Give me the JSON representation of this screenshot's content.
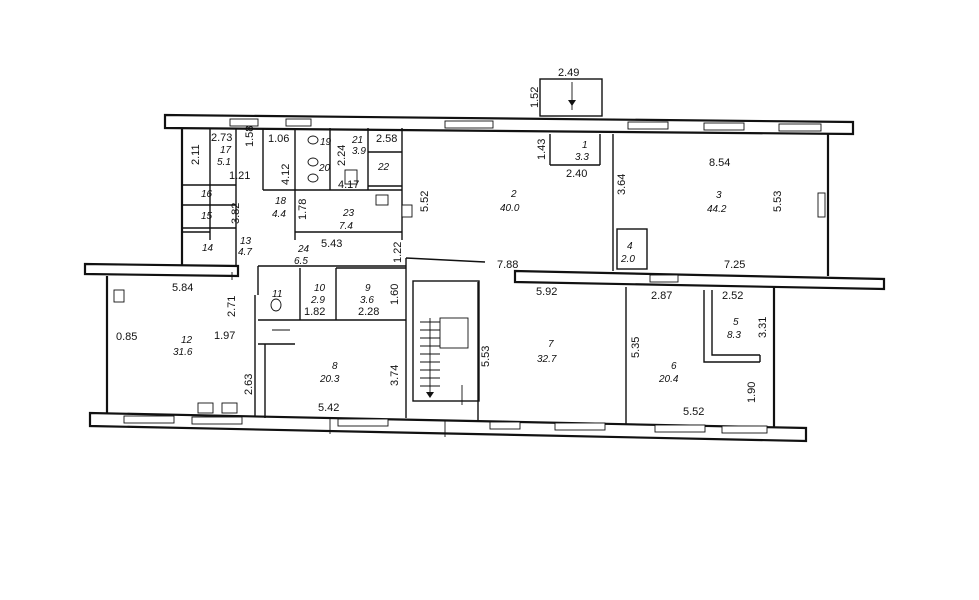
{
  "rooms": [
    {
      "id": "r1",
      "number": "1",
      "area": "3.3"
    },
    {
      "id": "r2",
      "number": "2",
      "area": "40.0"
    },
    {
      "id": "r3",
      "number": "3",
      "area": "44.2"
    },
    {
      "id": "r4",
      "number": "4",
      "area": "2.0"
    },
    {
      "id": "r5",
      "number": "5",
      "area": "8.3"
    },
    {
      "id": "r6",
      "number": "6",
      "area": "20.4"
    },
    {
      "id": "r7",
      "number": "7",
      "area": "32.7"
    },
    {
      "id": "r8",
      "number": "8",
      "area": "20.3"
    },
    {
      "id": "r9",
      "number": "9",
      "area": "3.6"
    },
    {
      "id": "r10",
      "number": "10",
      "area": "2.9"
    },
    {
      "id": "r11",
      "number": "11",
      "area": ""
    },
    {
      "id": "r12",
      "number": "12",
      "area": "31.6"
    },
    {
      "id": "r13",
      "number": "13",
      "area": "4.7"
    },
    {
      "id": "r14",
      "number": "14",
      "area": ""
    },
    {
      "id": "r15",
      "number": "15",
      "area": ""
    },
    {
      "id": "r16",
      "number": "16",
      "area": ""
    },
    {
      "id": "r17",
      "number": "17",
      "area": "5.1"
    },
    {
      "id": "r18",
      "number": "18",
      "area": "4.4"
    },
    {
      "id": "r19",
      "number": "19",
      "area": ""
    },
    {
      "id": "r20",
      "number": "20",
      "area": ""
    },
    {
      "id": "r21",
      "number": "21",
      "area": "3.9"
    },
    {
      "id": "r22",
      "number": "22",
      "area": ""
    },
    {
      "id": "r23",
      "number": "23",
      "area": "7.4"
    },
    {
      "id": "r24",
      "number": "24",
      "area": "6.5"
    }
  ],
  "dimensions": {
    "d_2_49": "2.49",
    "d_1_52": "1.52",
    "d_1_43": "1.43",
    "d_2_40": "2.40",
    "d_3_64": "3.64",
    "d_8_54": "8.54",
    "d_5_53_r3": "5.53",
    "d_7_25": "7.25",
    "d_7_88": "7.88",
    "d_5_52_top": "5.52",
    "d_2_73": "2.73",
    "d_1_06": "1.06",
    "d_2_58": "2.58",
    "d_2_11": "2.11",
    "d_1_58": "1.58",
    "d_1_21": "1.21",
    "d_4_12": "4.12",
    "d_2_24": "2.24",
    "d_4_17": "4.17",
    "d_3_82": "3.82",
    "d_1_78": "1.78",
    "d_5_43": "5.43",
    "d_1_22": "1.22",
    "d_5_84": "5.84",
    "d_2_71": "2.71",
    "d_1_82": "1.82",
    "d_2_28": "2.28",
    "d_1_60": "1.60",
    "d_0_85": "0.85",
    "d_1_97": "1.97",
    "d_2_63": "2.63",
    "d_3_74": "3.74",
    "d_5_42": "5.42",
    "d_5_53_st": "5.53",
    "d_5_92": "5.92",
    "d_2_87": "2.87",
    "d_2_52": "2.52",
    "d_5_35": "5.35",
    "d_3_31": "3.31",
    "d_1_90": "1.90",
    "d_5_52_bot": "5.52"
  }
}
